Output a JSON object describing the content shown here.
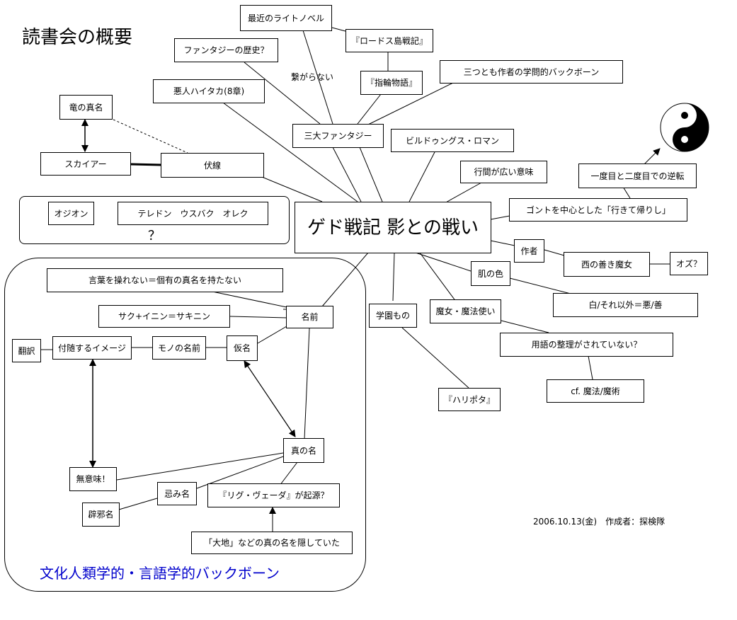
{
  "title": "読書会の概要",
  "center": "ゲド戦記 影との戦い",
  "footer": "2006.10.13(金)　作成者：探検隊",
  "bottom_caption": "文化人類学的・言語学的バックボーン",
  "question_mark": "？",
  "side_note": "繋がらない",
  "nodes": {
    "recent_ln": "最近のライトノベル",
    "lodoss": "『ロードス島戦記』",
    "fantasy_history": "ファンタジーの歴史？",
    "lotr": "『指輪物語』",
    "three_author": "三つとも作者の学問的バックボーン",
    "hitaka": "悪人ハイタカ(8章)",
    "three_fantasy": "三大ファンタジー",
    "bildungs": "ビルドゥングス・ロマン",
    "dragon_name": "竜の真名",
    "skyair": "スカイアー",
    "foreshadow": "伏線",
    "line_spacing": "行間が広い意味",
    "reversal": "一度目と二度目での逆転",
    "gont": "ゴントを中心とした「行きて帰りし」",
    "ojion": "オジオン",
    "teledon": "テレドン　ウスバク　オレク",
    "author": "作者",
    "west_witch": "西の善き魔女",
    "oz": "オズ？",
    "skin": "肌の色",
    "white": "白/それ以外＝悪/善",
    "words": "言葉を操れない＝個有の真名を持たない",
    "name": "名前",
    "school": "学園もの",
    "witch": "魔女・魔法使い",
    "sakuinin": "サク+イニン＝サキニン",
    "terminology": "用語の整理がされていない？",
    "translation": "翻訳",
    "image": "付随するイメージ",
    "thing_name": "モノの名前",
    "provisional": "仮名",
    "cf": "cf. 魔法/魔術",
    "potter": "『ハリポタ』",
    "true_name": "真の名",
    "meaningless": "無意味！",
    "taboo": "忌み名",
    "rigveda": "『リグ・ヴェーダ』が起源？",
    "exorcism": "辟邪名",
    "earth": "「大地」などの真の名を隠していた"
  },
  "colors": {
    "caption": "#0000cc",
    "line": "#000000"
  }
}
